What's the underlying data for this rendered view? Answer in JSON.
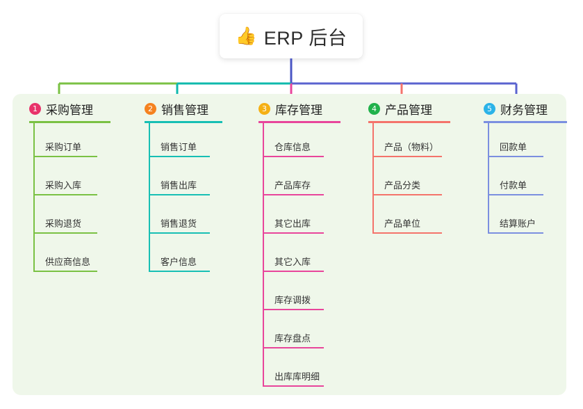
{
  "diagram": {
    "root": {
      "icon": "thumbs-up-icon",
      "icon_glyph": "👍",
      "title": "ERP 后台"
    },
    "panel_background": "#eff7ea",
    "trunk_color": "#4a56c4",
    "columns": [
      {
        "number": "1",
        "title": "采购管理",
        "badge_color": "#e8336a",
        "line_color": "#7ac143",
        "connector_color": "#7ac143",
        "items": [
          {
            "label": "采购订单"
          },
          {
            "label": "采购入库"
          },
          {
            "label": "采购退货"
          },
          {
            "label": "供应商信息"
          }
        ]
      },
      {
        "number": "2",
        "title": "销售管理",
        "badge_color": "#f58220",
        "line_color": "#17bfb4",
        "connector_color": "#0fb9ac",
        "items": [
          {
            "label": "销售订单"
          },
          {
            "label": "销售出库"
          },
          {
            "label": "销售退货"
          },
          {
            "label": "客户信息"
          }
        ]
      },
      {
        "number": "3",
        "title": "库存管理",
        "badge_color": "#f5b014",
        "line_color": "#e8459b",
        "connector_color": "#e8459b",
        "items": [
          {
            "label": "仓库信息"
          },
          {
            "label": "产品库存"
          },
          {
            "label": "其它出库"
          },
          {
            "label": "其它入库"
          },
          {
            "label": "库存调拨"
          },
          {
            "label": "库存盘点"
          },
          {
            "label": "出库库明细"
          }
        ]
      },
      {
        "number": "4",
        "title": "产品管理",
        "badge_color": "#21b14b",
        "line_color": "#f4736b",
        "connector_color": "#f4736b",
        "items": [
          {
            "label": "产品（物料）"
          },
          {
            "label": "产品分类"
          },
          {
            "label": "产品单位"
          }
        ]
      },
      {
        "number": "5",
        "title": "财务管理",
        "badge_color": "#2bb3e8",
        "line_color": "#7b8fe0",
        "connector_color": "#5a63cf",
        "items": [
          {
            "label": "回款单"
          },
          {
            "label": "付款单"
          },
          {
            "label": "结算账户"
          }
        ]
      }
    ]
  }
}
